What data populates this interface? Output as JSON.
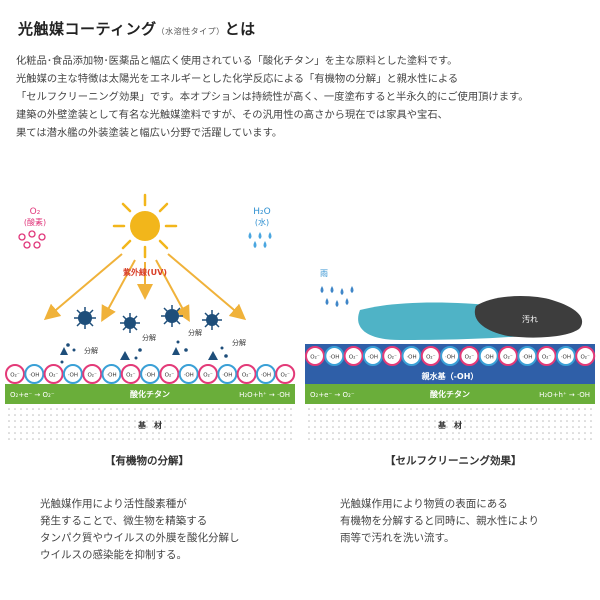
{
  "header": {
    "title_main": "光触媒コーティング",
    "title_sub": "（水溶性タイプ）",
    "title_end": "とは"
  },
  "intro_lines": [
    "化粧品･食品添加物･医薬品と幅広く使用されている「酸化チタン」を主な原料とした塗料です。",
    "光触媒の主な特徴は太陽光をエネルギーとした化学反応による「有機物の分解」と親水性による",
    "「セルフクリーニング効果」です。本オプションは持続性が高く、一度塗布すると半永久的にご使用頂けます。",
    "建築の外壁塗装として有名な光触媒塗料ですが、その汎用性の高さから現在では家具や宝石、",
    "果ては潜水艦の外装塗装と幅広い分野で活躍しています。"
  ],
  "left_diagram": {
    "o2_label": "O₂",
    "o2_sub": "(酸素)",
    "h2o_label": "H₂O",
    "h2o_sub": "(水)",
    "uv_label": "紫外線(UV)",
    "decompose_label": "分解",
    "bead_o2": "O₂⁻",
    "bead_oh": "·OH",
    "layer_label": "酸化チタン",
    "eq_left": "O₂+e⁻ → O₂⁻",
    "eq_right": "H₂O+h⁺ → ·OH",
    "base_label": "基　材",
    "caption": "【有機物の分解】",
    "desc_lines": [
      "光触媒作用により活性酸素種が",
      "発生することで、微生物を精築する",
      "タンパク質やウイルスの外膜を酸化分解し",
      "ウイルスの感染能を抑制する。"
    ]
  },
  "right_diagram": {
    "rain_label": "雨",
    "dirt_label": "汚れ",
    "bead_o2": "O₂⁻",
    "bead_oh": "·OH",
    "hydro_label": "親水基（-OH）",
    "layer_label": "酸化チタン",
    "eq_left": "O₂+e⁻ → O₂⁻",
    "eq_right": "H₂O+h⁺ → ·OH",
    "base_label": "基　材",
    "caption": "【セルフクリーニング効果】",
    "desc_lines": [
      "光触媒作用により物質の表面にある",
      "有機物を分解すると同時に、親水性により",
      "雨等で汚れを洗い流す。"
    ]
  },
  "colors": {
    "sun": "#f2b61b",
    "arrow": "#f0b23a",
    "virus": "#1e4e7a",
    "bead_pink": "#e33a78",
    "bead_blue": "#3aa0d6",
    "green_layer": "#6aae3a",
    "blue_layer": "#2f5fa8",
    "water": "#4fb3c6",
    "dirt": "#3d3d3d",
    "o2_pink": "#e0357a",
    "h2o_blue": "#2d8fd0"
  }
}
